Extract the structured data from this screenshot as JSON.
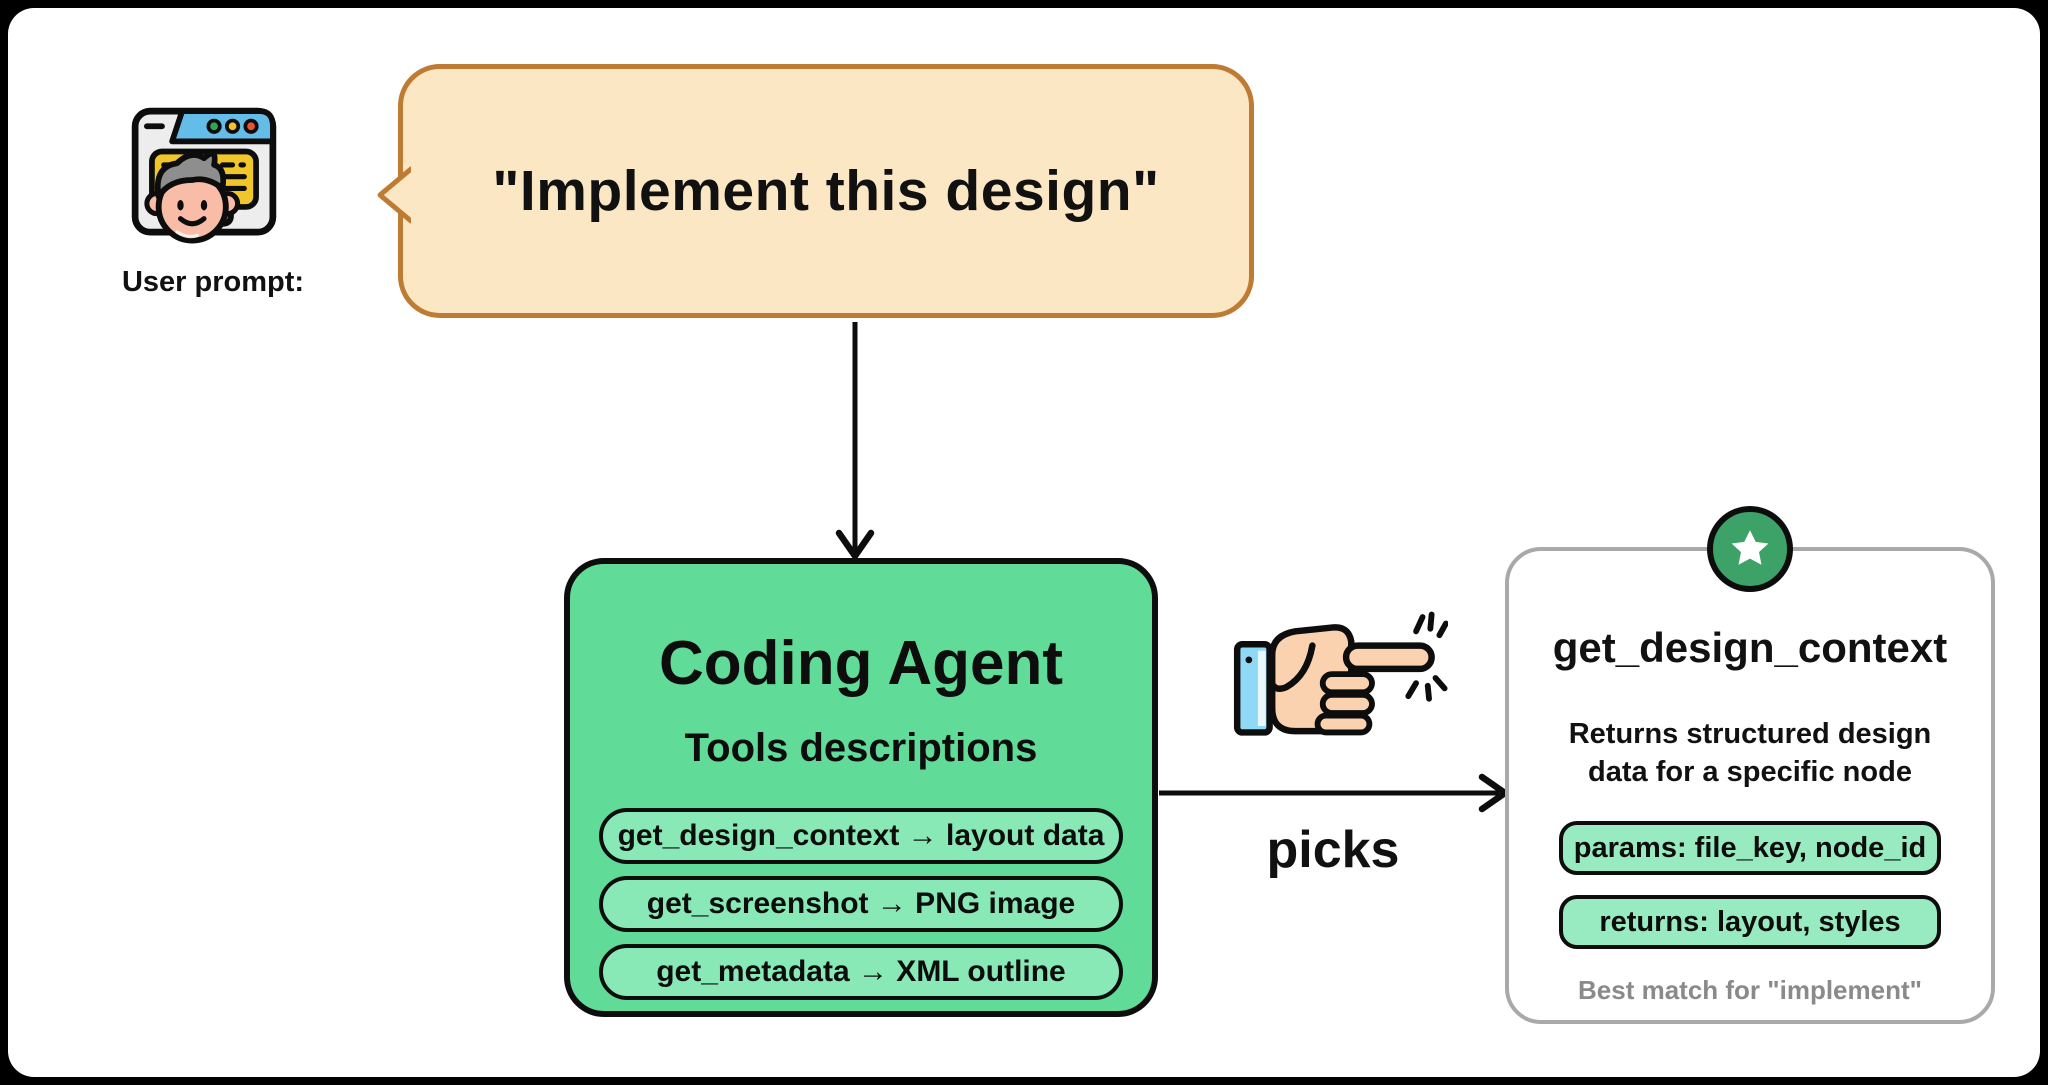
{
  "user_prompt": {
    "label": "User prompt:",
    "bubble_text": "\"Implement this design\""
  },
  "coding_agent": {
    "title": "Coding Agent",
    "subtitle": "Tools descriptions",
    "tools": [
      "get_design_context → layout data",
      "get_screenshot → PNG image",
      "get_metadata → XML outline"
    ]
  },
  "selection": {
    "label": "picks"
  },
  "selected_tool": {
    "title": "get_design_context",
    "description": "Returns structured design data for a specific node",
    "params": "params: file_key, node_id",
    "returns": "returns: layout, styles",
    "footer": "Best match for \"implement\""
  },
  "icons": {
    "user": "user-browser-chat-icon",
    "pointer": "pointing-hand-icon",
    "star": "star-badge-icon",
    "arrows": [
      "arrow-down-icon",
      "arrow-right-icon"
    ]
  },
  "colors": {
    "bubble_fill": "#FBE7C3",
    "bubble_border": "#BE7B33",
    "agent_green": "#60DB98",
    "agent_pill_green": "#88E9B6",
    "card_pill_green": "#98EBC0",
    "badge_green": "#3DA267",
    "card_border": "#A9A9A9",
    "footer_gray": "#8A8A8A",
    "cuff_blue": "#8FD9F7",
    "icon_bar_blue": "#64BCE8",
    "icon_bubble_yellow": "#F0C62B",
    "skin": "#F9BCA6",
    "outline_black": "#0d0d0d"
  }
}
